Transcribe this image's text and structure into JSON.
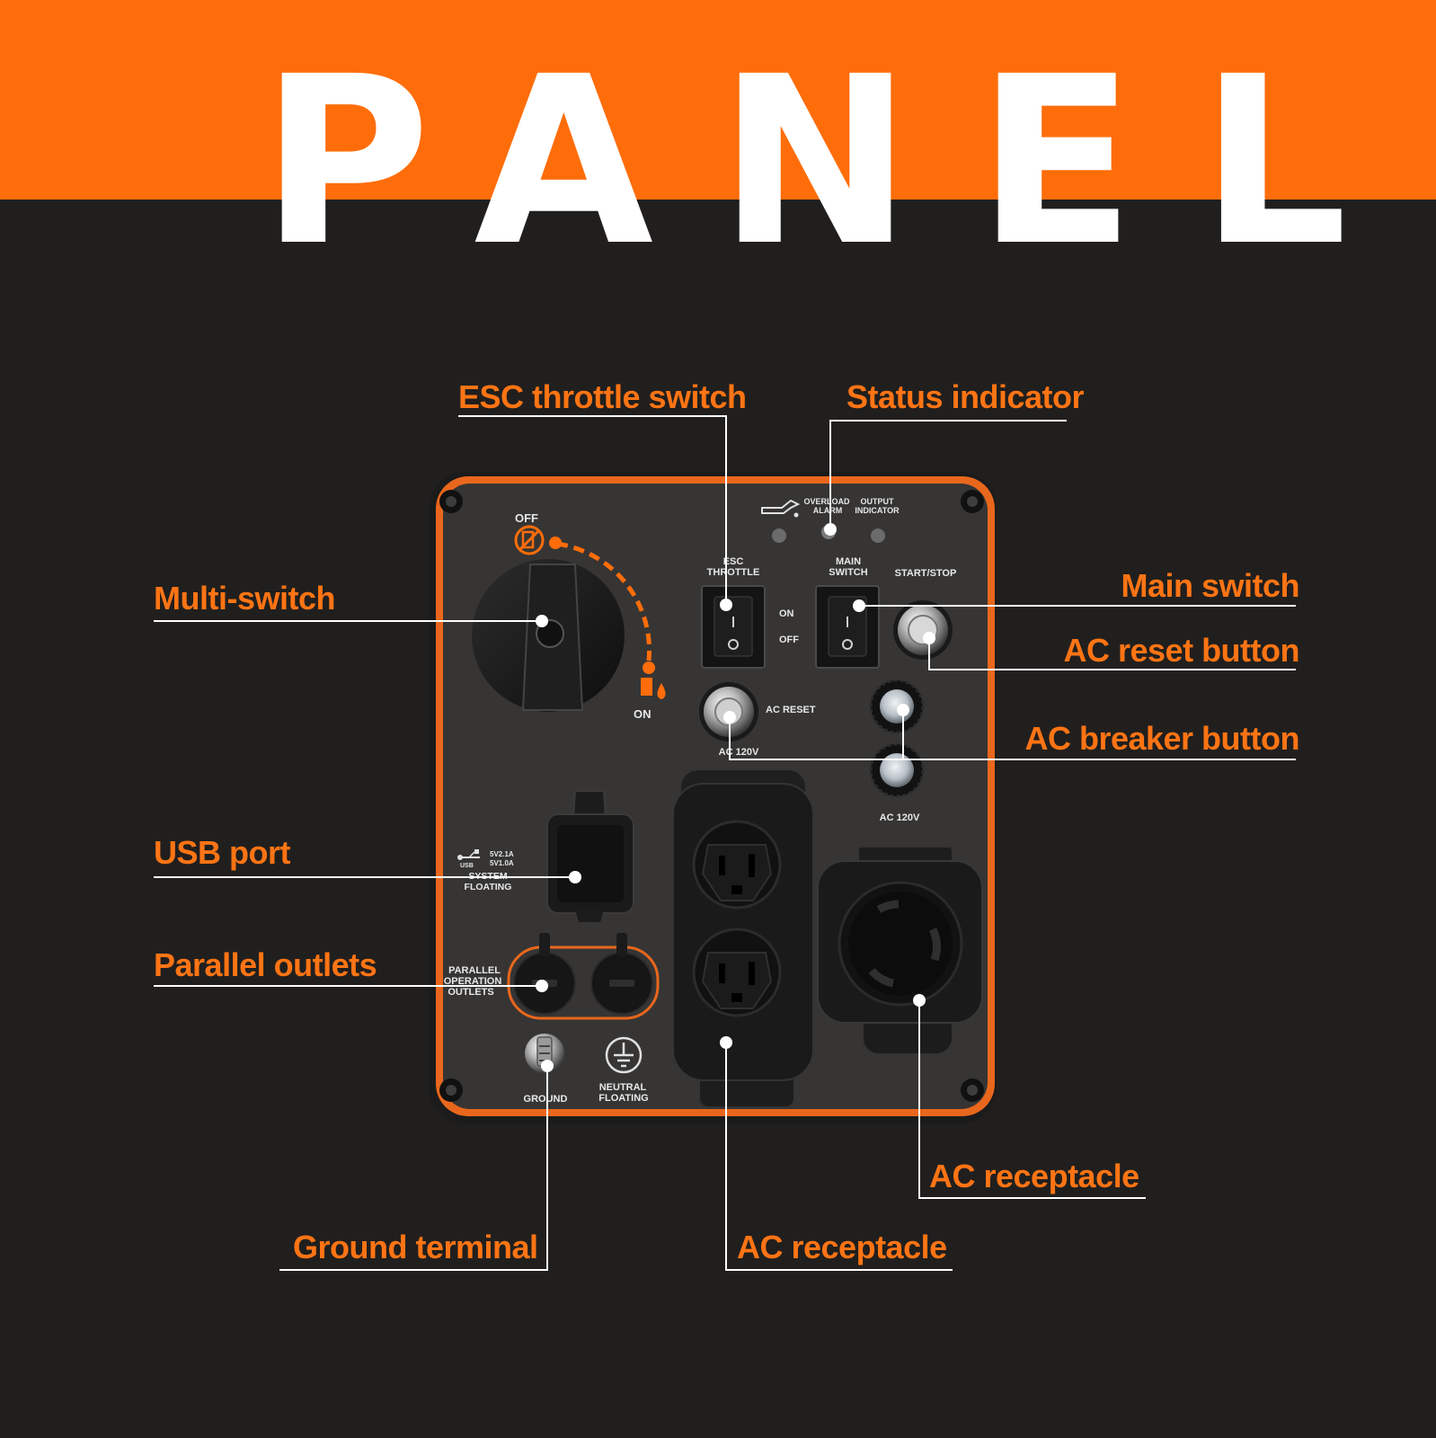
{
  "title": "PANEL",
  "callouts": {
    "esc_throttle_switch": "ESC throttle switch",
    "status_indicator": "Status indicator",
    "multi_switch": "Multi-switch",
    "main_switch": "Main switch",
    "ac_reset_button": "AC reset button",
    "ac_breaker_button": "AC breaker button",
    "usb_port": "USB port",
    "parallel_outlets": "Parallel outlets",
    "ac_receptacle_right": "AC receptacle",
    "ground_terminal": "Ground terminal",
    "ac_receptacle_bottom": "AC receptacle"
  },
  "panel": {
    "off": "OFF",
    "on": "ON",
    "overload_alarm": [
      "OVERLOAD",
      "ALARM"
    ],
    "output_indicator": [
      "OUTPUT",
      "INDICATOR"
    ],
    "esc_throttle": [
      "ESC",
      "THROTTLE"
    ],
    "main_switch": [
      "MAIN",
      "SWITCH"
    ],
    "start_stop": "START/STOP",
    "switch_on": "ON",
    "switch_off": "OFF",
    "ac_reset": "AC RESET",
    "ac_120v_left": "AC 120V",
    "ac_120v_right": "AC 120V",
    "usb_5v21": "5V2.1A",
    "usb_5v10": "5V1.0A",
    "usb_small": "USB",
    "system_floating": [
      "SYSTEM",
      "FLOATING"
    ],
    "parallel_operation_outlets": [
      "PARALLEL",
      "OPERATION",
      "OUTLETS"
    ],
    "ground": "GROUND",
    "neutral_floating": [
      "NEUTRAL",
      "FLOATING"
    ]
  },
  "colors": {
    "accent": "#ff6d0a",
    "callout_text": "#ff7414",
    "background": "#211f1e",
    "panel_face": "#363534",
    "leader_line": "#ffffff"
  }
}
